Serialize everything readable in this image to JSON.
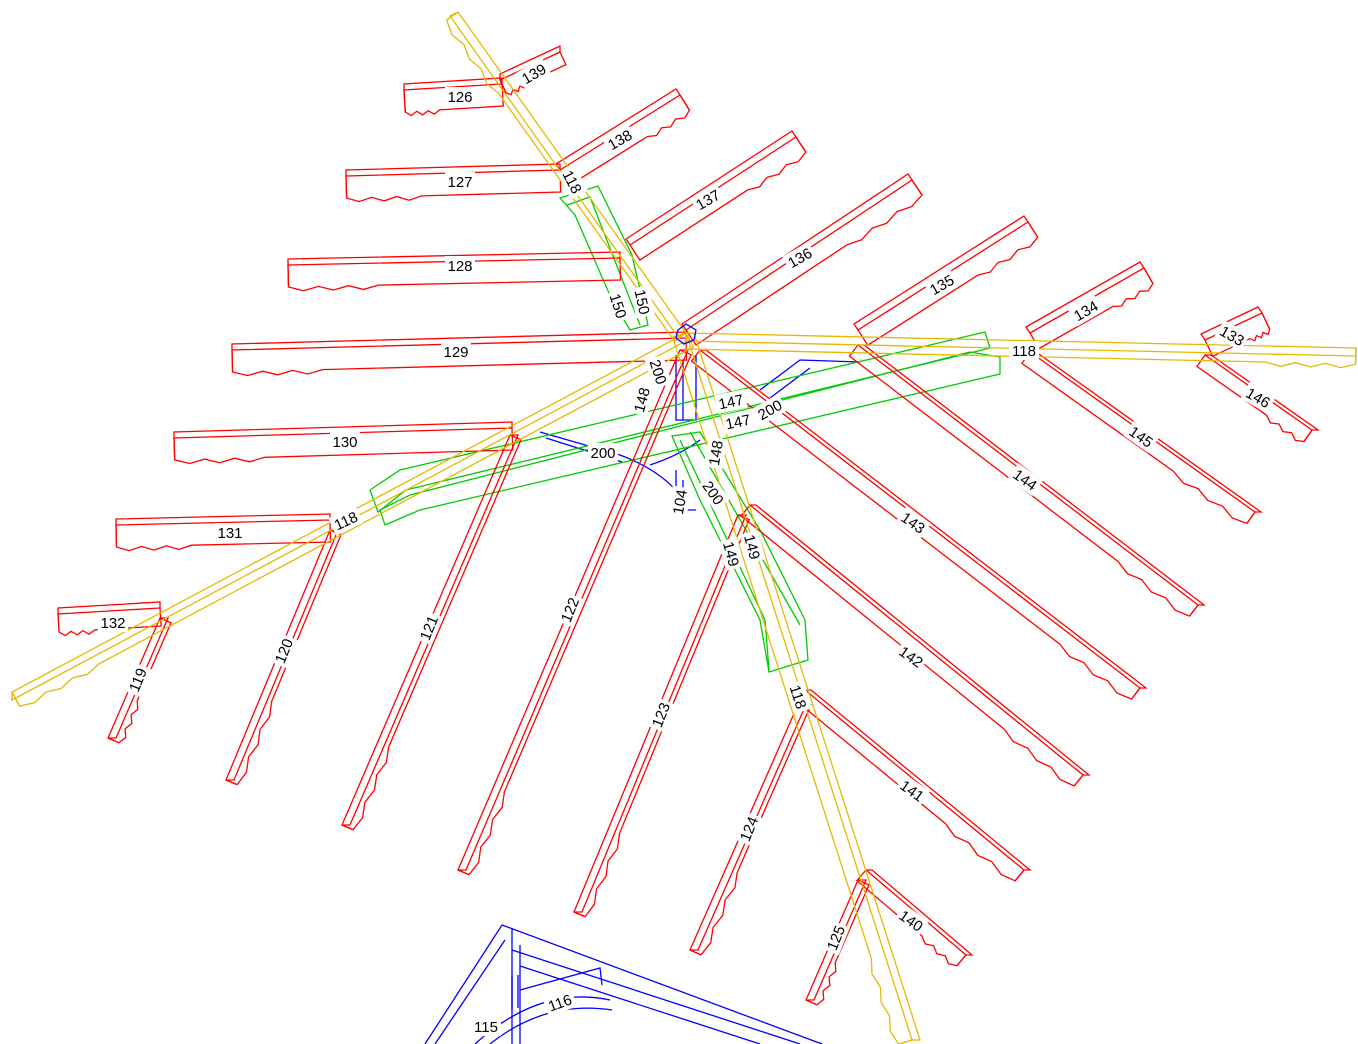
{
  "diagram": {
    "colors": {
      "rafter": "#ff0000",
      "hip": "#e8b800",
      "bracket": "#00cc00",
      "post": "#0000ff",
      "label_bg": "#ffffff",
      "text": "#000000"
    },
    "labels": {
      "l139": "139",
      "l126": "126",
      "l138": "138",
      "l127": "127",
      "l118a": "118",
      "l137": "137",
      "l128": "128",
      "l136": "136",
      "l150a": "150",
      "l150b": "150",
      "l135": "135",
      "l134": "134",
      "l133": "133",
      "l129": "129",
      "l118b": "118",
      "l146": "146",
      "l200a": "200",
      "l147a": "147",
      "l147b": "147",
      "l200b": "200",
      "l148a": "148",
      "l145": "145",
      "l130": "130",
      "l200c": "200",
      "l148b": "148",
      "l144": "144",
      "l104": "104",
      "l200d": "200",
      "l131": "131",
      "l118c": "118",
      "l143": "143",
      "l149a": "149",
      "l149b": "149",
      "l132": "132",
      "l120": "120",
      "l121": "121",
      "l122": "122",
      "l119": "119",
      "l142": "142",
      "l123": "123",
      "l118d": "118",
      "l141": "141",
      "l124": "124",
      "l140": "140",
      "l125": "125",
      "l116": "116",
      "l115": "115"
    }
  }
}
